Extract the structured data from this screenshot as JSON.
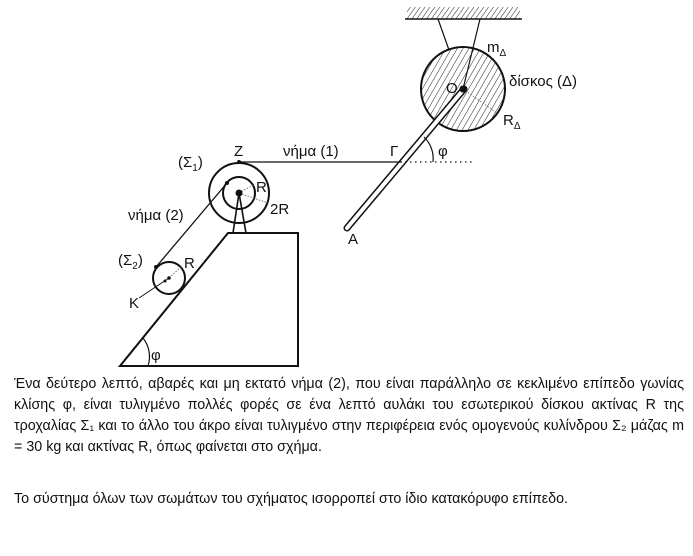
{
  "figure": {
    "labels": {
      "m_delta": "mΔ",
      "m": "m",
      "delta_sub": "Δ",
      "disk": "δίσκος (Δ)",
      "O": "O",
      "R_delta": "R",
      "thread1": "νήμα (1)",
      "gamma": "Γ",
      "phi_top": "φ",
      "Z": "Z",
      "sigma1": "(Σ",
      "sub1": "1",
      "close": ")",
      "R1": "R",
      "twoR": "2R",
      "thread2": "νήμα (2)",
      "A": "A",
      "sigma2": "(Σ",
      "sub2": "2",
      "R2": "R",
      "K": "K",
      "phi_bottom": "φ"
    }
  },
  "text": {
    "paragraph1": "Ένα δεύτερο λεπτό, αβαρές και μη εκτατό νήμα (2), που είναι παράλληλο σε κεκλιμένο επίπεδο γωνίας κλίσης φ, είναι τυλιγμένο πολλές φορές σε ένα λεπτό αυλάκι του εσωτερικού δίσκου ακτίνας R της τροχαλίας Σ₁ και το άλλο του άκρο είναι τυλιγμένο στην περιφέρεια ενός ομογενούς κυλίνδρου Σ₂ μάζας m = 30 kg και ακτίνας R, όπως φαίνεται στο σχήμα.",
    "paragraph2": "Το σύστημα όλων των σωμάτων του σχήματος ισορροπεί στο ίδιο κατακόρυφο επίπεδο."
  }
}
